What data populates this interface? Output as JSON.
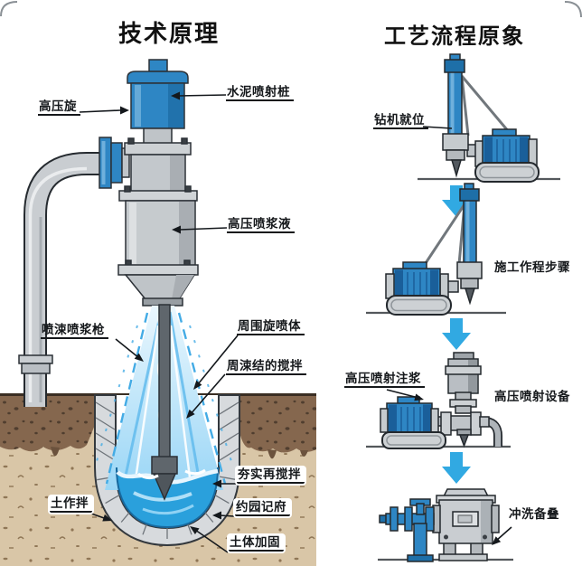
{
  "left_panel": {
    "title": "技术原理",
    "labels": {
      "swivel": "高压旋",
      "pile": "水泥喷射桩",
      "slurry": "高压喷浆液",
      "jet_body": "周围旋喷体",
      "solidified_mix": "周涑结的搅拌",
      "jet_gun": "喷涑喷浆枪",
      "soil_mix": "土作拌",
      "compact_mix": "夯实再搅拌",
      "solid_zone": "约园记府",
      "soil_reinforce": "土体加固"
    }
  },
  "right_panel": {
    "title": "工艺流程原象",
    "steps": [
      {
        "label": "钻机就位"
      },
      {
        "label": "施工作程步骤"
      },
      {
        "label_left": "高压喷射注浆",
        "label_right": "高压喷射设备"
      },
      {
        "label": "冲洗备叠"
      }
    ]
  },
  "colors": {
    "machine_blue": "#2E86C4",
    "dark_blue": "#1A5F9A",
    "flow_arrow_blue": "#31A9E2",
    "water_blue": "#2AA0DC",
    "spray_light_blue": "#BFE4F9",
    "metal_gray": "#C6CBCE",
    "soil_brown": "#85674E",
    "soil_tan": "#D9C6A7",
    "outline": "#2B3036"
  }
}
